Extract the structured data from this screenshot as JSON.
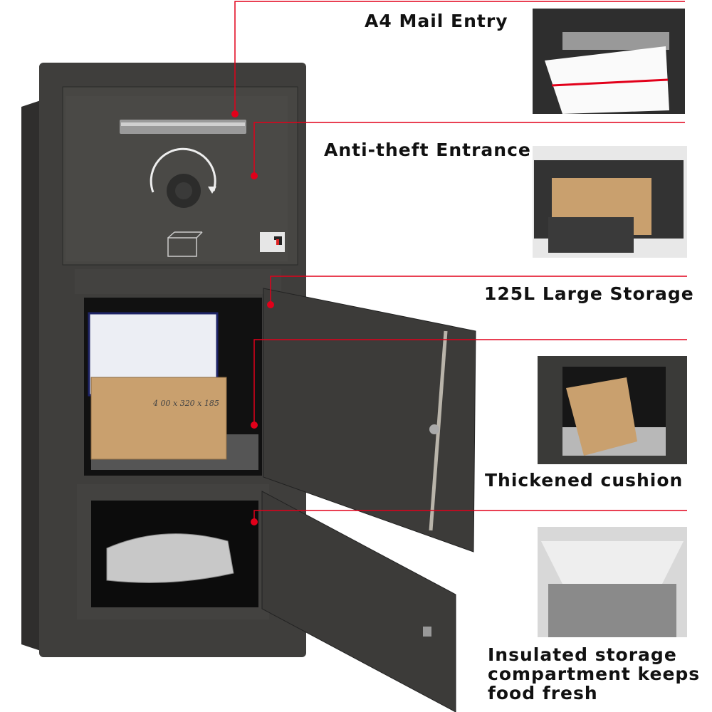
{
  "callouts": [
    {
      "label": "A4 Mail Entry"
    },
    {
      "label": "Anti-theft Entrance"
    },
    {
      "label": "125L Large Storage"
    },
    {
      "label": "Thickened cushion"
    },
    {
      "label": "Insulated storage compartment keeps food fresh"
    }
  ],
  "box_label": "4 00 x 320 x 185",
  "colors": {
    "accent": "#e2001a",
    "cabinet": "#3e3d3b",
    "cardboard": "#c9a06e"
  }
}
